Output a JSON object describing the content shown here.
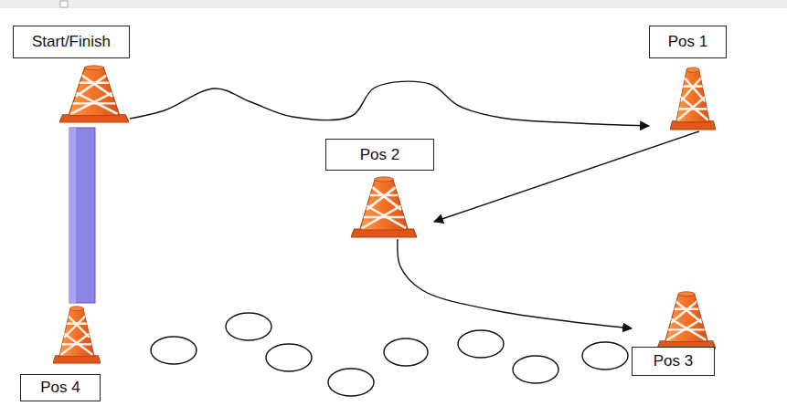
{
  "diagram": {
    "nodes": [
      {
        "text": [
          "Start/Finish"
        ]
      },
      {
        "text": [
          "Pos 1"
        ]
      },
      {
        "text": [
          "Pos 2"
        ]
      },
      {
        "text": [
          "Pos 3"
        ]
      },
      {
        "text": [
          "Pos 4"
        ]
      }
    ],
    "edges": [
      {
        "from": 0,
        "to": 1,
        "arrow": "to"
      },
      {
        "from": 1,
        "to": 2,
        "arrow": "to"
      },
      {
        "from": 2,
        "to": 3,
        "arrow": "to"
      }
    ]
  }
}
